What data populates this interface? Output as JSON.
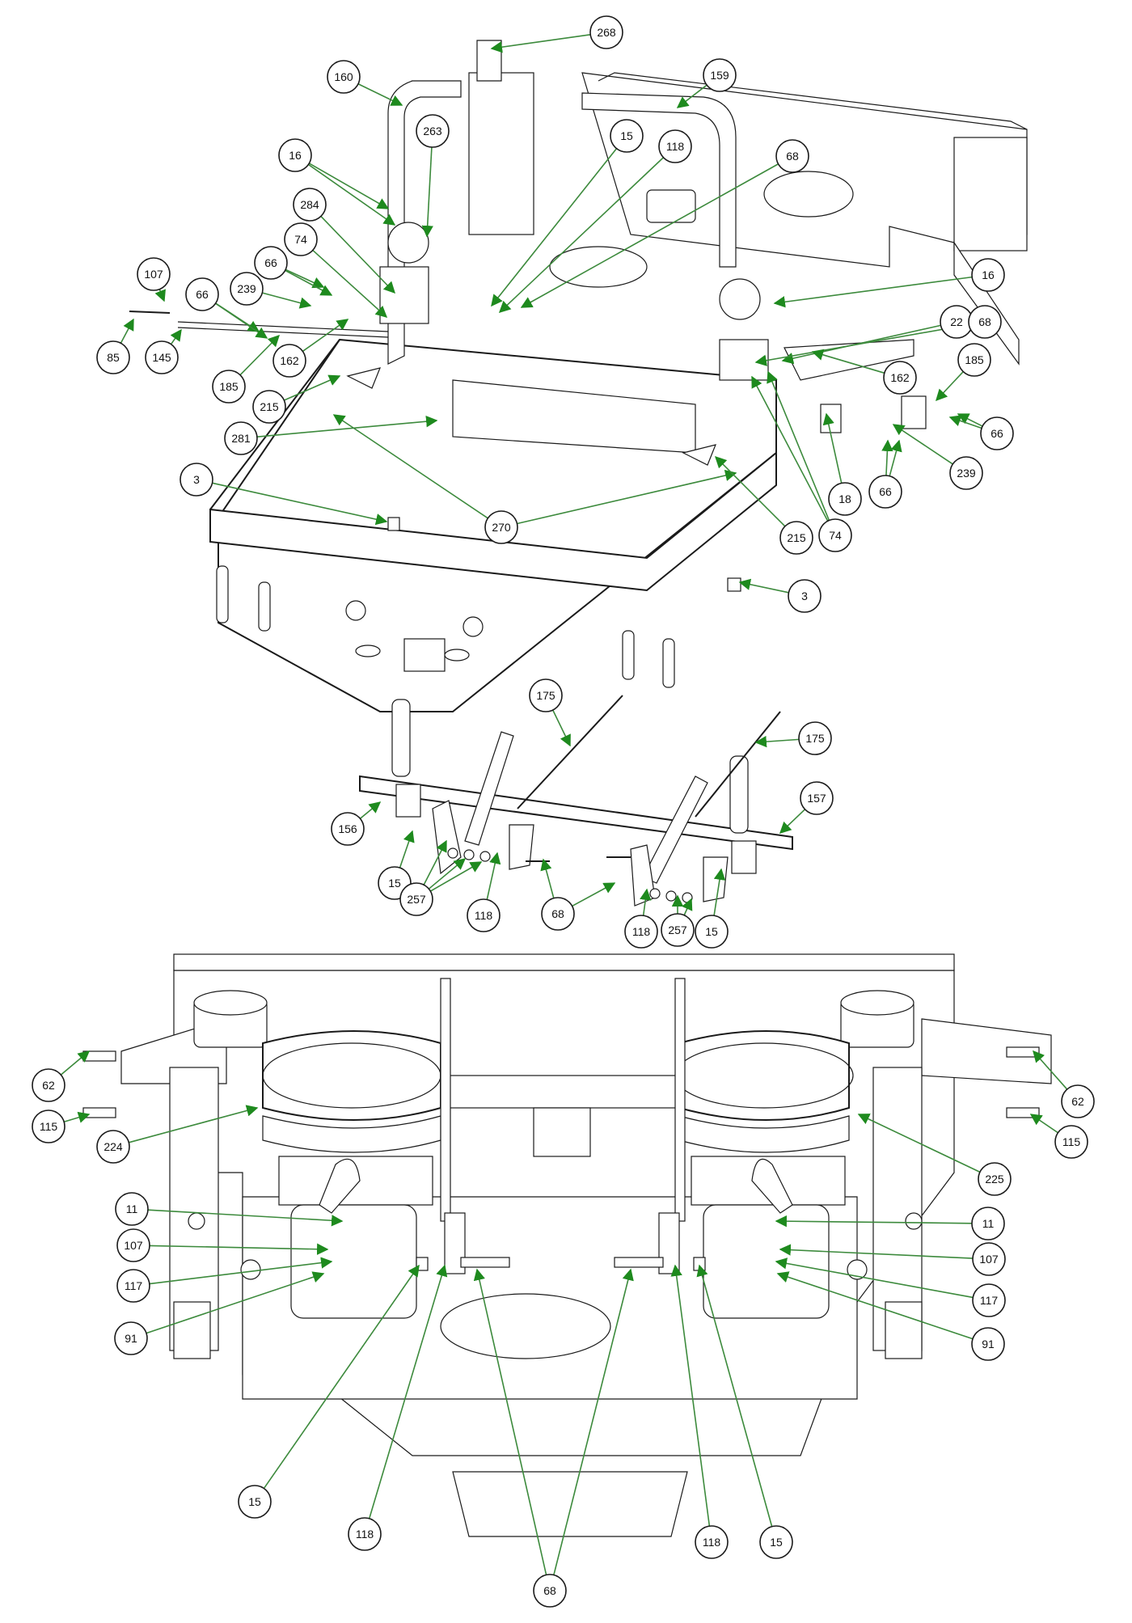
{
  "colors": {
    "leader": "#3c8a3c",
    "arrowhead": "#1e8a1e",
    "line": "#1a1a1a",
    "background": "#ffffff"
  },
  "sections": [
    "frame-assembly",
    "control-shaft-assembly",
    "engine-transmission-assembly"
  ],
  "callouts": [
    "268",
    "160",
    "159",
    "263",
    "15",
    "118",
    "68",
    "16",
    "284",
    "74",
    "66",
    "239",
    "107",
    "66",
    "85",
    "145",
    "185",
    "162",
    "16",
    "22",
    "68",
    "162",
    "185",
    "66",
    "239",
    "66",
    "215",
    "281",
    "3",
    "270",
    "18",
    "74",
    "215",
    "3",
    "175",
    "175",
    "157",
    "156",
    "15",
    "257",
    "118",
    "68",
    "118",
    "257",
    "15",
    "62",
    "115",
    "224",
    "11",
    "107",
    "117",
    "91",
    "62",
    "115",
    "225",
    "11",
    "107",
    "117",
    "91",
    "15",
    "118",
    "68",
    "118",
    "15"
  ]
}
